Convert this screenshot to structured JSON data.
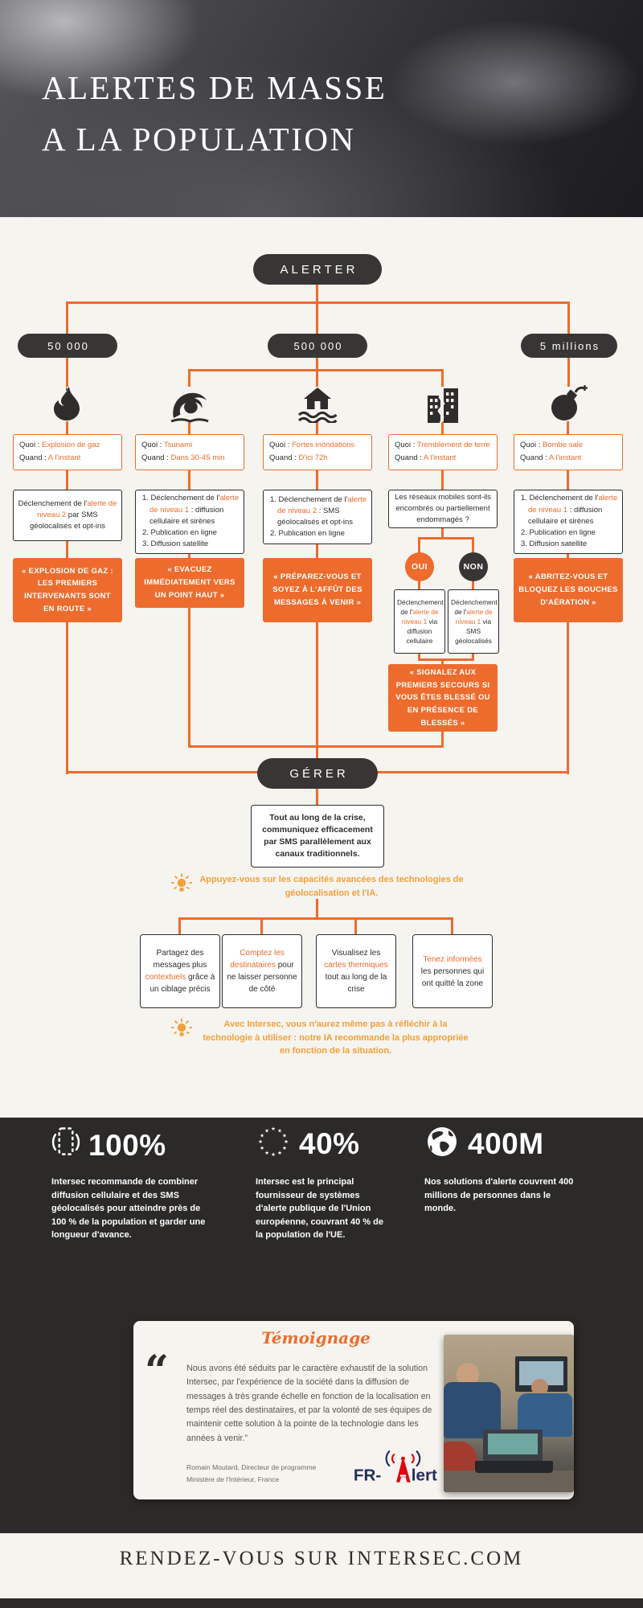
{
  "colors": {
    "accent": "#ED6C2D",
    "amber": "#F2A03C",
    "dark": "#2E2D2B",
    "cream": "#F6F4EF",
    "dark_section": "#2B2A28"
  },
  "header": {
    "title1": "ALERTES DE MASSE",
    "title2": "A LA POPULATION"
  },
  "flow": {
    "alerter": "ALERTER",
    "gerer": "GÉRER",
    "pop1": "50 000",
    "pop2": "500 000",
    "pop3": "5 millions",
    "quoi_label": "Quoi : ",
    "quand_label": "Quand : ",
    "col1": {
      "quoi": "Explosion de gaz",
      "quand": "A l'instant",
      "a_pre": "Déclenchement de l'",
      "a_hl": "alerte de niveau 2",
      "a_post": " par SMS géolocalisés et opt-ins",
      "msg": "« EXPLOSION DE GAZ : LES PREMIERS INTERVENANTS SONT EN ROUTE »"
    },
    "col2": {
      "quoi": "Tsunami",
      "quand": "Dans 30-45 min",
      "l1_pre": "1. Déclenchement de l'",
      "l1_hl": "alerte de niveau 1",
      "l1_post": " : diffusion cellulaire et sirènes",
      "l2": "2. Publication en ligne",
      "l3": "3. Diffusion satellite",
      "msg": "« EVACUEZ IMMÉDIATEMENT VERS UN POINT HAUT »"
    },
    "col3": {
      "quoi": "Fortes inondations",
      "quand": "D'ici 72h",
      "l1_pre": "1. Déclenchement de l'",
      "l1_hl": "alerte de niveau 2",
      "l1_post": " : SMS géolocalisés et opt-ins",
      "l2": "2. Publication en ligne",
      "msg": "« PRÉPAREZ-VOUS ET SOYEZ À L'AFFÛT DES MESSAGES À VENIR »"
    },
    "col4": {
      "quoi": "Tremblement de terre",
      "quand": "A l'instant",
      "question": "Les réseaux mobiles sont-ils encombrés ou partiellement endommagés ?",
      "oui": "OUI",
      "non": "NON",
      "oui_pre": "Déclenchement de l'",
      "oui_hl": "alerte de niveau 1",
      "oui_post": " via diffusion cellulaire",
      "non_pre": "Déclenchement de l'",
      "non_hl": "alerte de niveau 1",
      "non_post": " via SMS géolocalisés",
      "msg": "« SIGNALEZ AUX PREMIERS SECOURS SI VOUS ÊTES BLESSÉ OU EN PRÉSENCE DE BLESSÉS »"
    },
    "col5": {
      "quoi": "Bombe sale",
      "quand": "A l'instant",
      "l1_pre": "1. Déclenchement de l'",
      "l1_hl": "alerte de niveau 1",
      "l1_post": " : diffusion cellulaire et sirènes",
      "l2": "2. Publication en ligne",
      "l3": "3. Diffusion satellite",
      "msg": "« ABRITEZ-VOUS ET BLOQUEZ LES BOUCHES D'AÉRATION »"
    },
    "crisis": "Tout au long de la crise, communiquez efficacement par SMS parallèlement aux canaux traditionnels.",
    "tip1": "Appuyez-vous sur les capacités avancées des technologies de géolocalisation et l'IA.",
    "tip2": "Avec Intersec, vous n'aurez même pas à réfléchir à la technologie à utiliser : notre IA recommande la plus appropriée en fonction de la situation.",
    "cap1": {
      "pre": "Partagez des messages plus ",
      "hl": "contextuels",
      "post": " grâce à un ciblage précis"
    },
    "cap2": {
      "pre": "",
      "hl": "Comptez les destinataires",
      "post": " pour ne laisser personne de côté"
    },
    "cap3": {
      "pre": "Visualisez les ",
      "hl": "cartes thermiques",
      "post": " tout au long de la crise"
    },
    "cap4": {
      "pre": "",
      "hl": "Tenez informées",
      "post": " les personnes qui ont quitté la zone"
    }
  },
  "stats": {
    "s1": {
      "value": "100%",
      "icon": "phone-alert-icon",
      "text": "Intersec recommande de combiner diffusion cellulaire et des SMS géolocalisés pour atteindre près de 100 % de la population et garder une longueur d'avance."
    },
    "s2": {
      "value": "40%",
      "icon": "eu-stars-icon",
      "text": "Intersec est le principal fournisseur de systèmes d'alerte publique de l'Union européenne, couvrant 40 % de la population de l'UE."
    },
    "s3": {
      "value": "400M",
      "icon": "globe-icon",
      "text": "Nos solutions d'alerte couvrent 400 millions de personnes dans le monde."
    }
  },
  "testimonial": {
    "heading": "Témoignage",
    "quote_mark": "“",
    "quote": "Nous avons été séduits par le caractère exhaustif de la solution Intersec, par l'expérience de la société dans la diffusion de messages à très grande échelle en fonction de la localisation en temps réel des destinataires, et par la volonté de ses équipes de maintenir cette solution à la pointe de la technologie dans les années à venir.”",
    "author1": "Romain Moutard, Directeur de programme",
    "author2": "Ministère de l'Intérieur, France",
    "logo_left": "FR-",
    "logo_right": "lert"
  },
  "footer": {
    "cta": "RENDEZ-VOUS SUR INTERSEC.COM"
  }
}
